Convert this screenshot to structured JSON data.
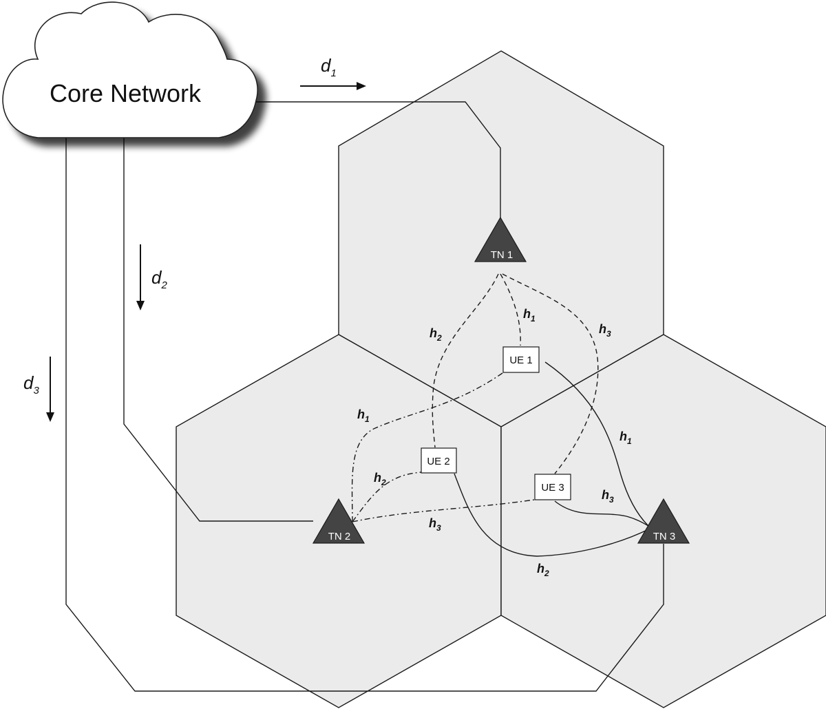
{
  "core_network": {
    "label": "Core Network"
  },
  "backhaul": [
    {
      "name": "d",
      "sub": "1"
    },
    {
      "name": "d",
      "sub": "2"
    },
    {
      "name": "d",
      "sub": "3"
    }
  ],
  "transmission_nodes": [
    {
      "label": "TN 1"
    },
    {
      "label": "TN 2"
    },
    {
      "label": "TN 3"
    }
  ],
  "user_equipment": [
    {
      "label": "UE 1"
    },
    {
      "label": "UE 2"
    },
    {
      "label": "UE 3"
    }
  ],
  "channels": {
    "tn1": [
      {
        "name": "h",
        "sub": "1"
      },
      {
        "name": "h",
        "sub": "2"
      },
      {
        "name": "h",
        "sub": "3"
      }
    ],
    "tn2": [
      {
        "name": "h",
        "sub": "1"
      },
      {
        "name": "h",
        "sub": "2"
      },
      {
        "name": "h",
        "sub": "3"
      }
    ],
    "tn3": [
      {
        "name": "h",
        "sub": "1"
      },
      {
        "name": "h",
        "sub": "2"
      },
      {
        "name": "h",
        "sub": "3"
      }
    ]
  }
}
